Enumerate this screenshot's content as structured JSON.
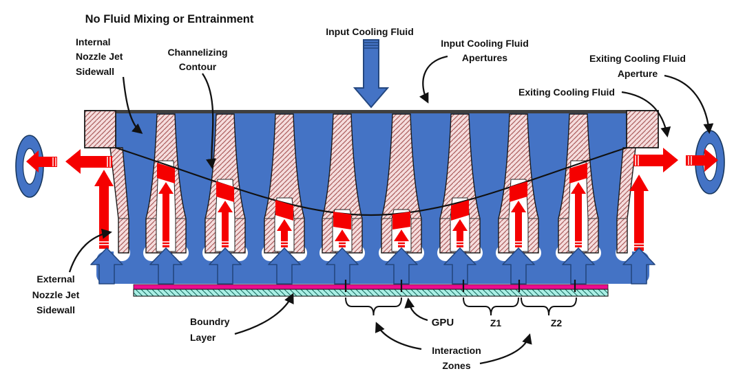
{
  "title": "No Fluid Mixing or Entrainment",
  "labels": {
    "internal_sidewall": {
      "line1": "Internal",
      "line2": "Nozzle Jet",
      "line3": "Sidewall"
    },
    "channelizing": {
      "line1": "Channelizing",
      "line2": "Contour"
    },
    "input_fluid": "Input Cooling Fluid",
    "input_apertures": {
      "line1": "Input Cooling Fluid",
      "line2": "Apertures"
    },
    "exiting_aperture": {
      "line1": "Exiting Cooling Fluid",
      "line2": "Aperture"
    },
    "exiting_fluid": "Exiting Cooling Fluid",
    "external_sidewall": {
      "line1": "External",
      "line2": "Nozzle Jet",
      "line3": "Sidewall"
    },
    "boundary_layer": {
      "line1": "Boundry",
      "line2": "Layer"
    },
    "gpu": "GPU",
    "z1": "Z1",
    "z2": "Z2",
    "interaction_zones": {
      "line1": "Interaction",
      "line2": "Zones"
    }
  },
  "colors": {
    "fluid_blue": "#4473c5",
    "blue_outline": "#24477f",
    "jet_red": "#f50000",
    "nozzle_pink": "#f5dddd",
    "pink_hatch_line": "#aa5b5b",
    "boundary_magenta": "#ec0b8d",
    "gpu_cyan": "#abefe5",
    "cyan_hatch_line": "#17695e",
    "line_black": "#111111"
  }
}
